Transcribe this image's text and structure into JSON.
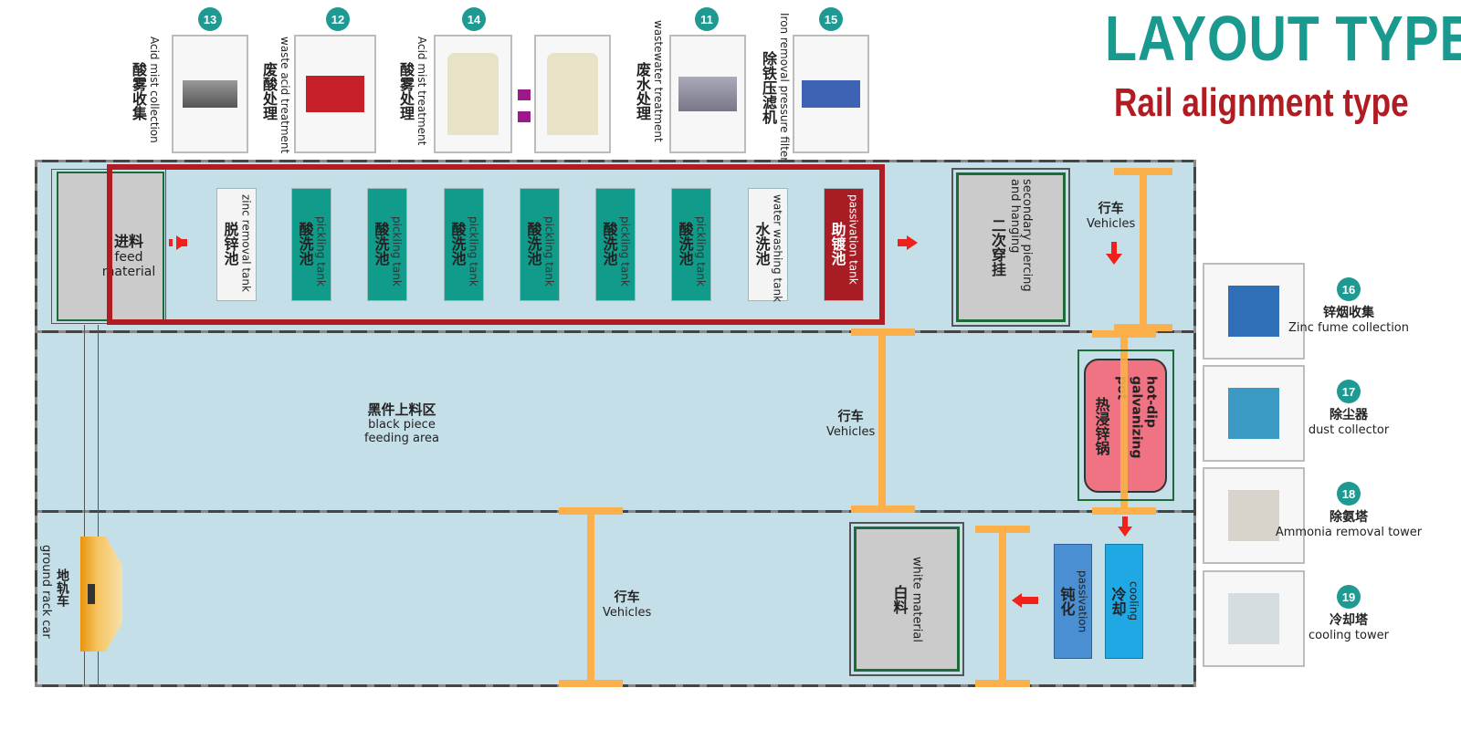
{
  "header": {
    "title": "LAYOUT TYPE",
    "subtitle": "Rail alignment type"
  },
  "top_equipment": [
    {
      "num": "13",
      "cn": "酸雾收集",
      "en": "Acid mist collection",
      "icon": "acid-mist-collector-image"
    },
    {
      "num": "12",
      "cn": "废酸处理",
      "en": "waste acid treatment",
      "icon": "waste-acid-plant-image"
    },
    {
      "num": "14",
      "cn": "酸雾处理",
      "en": "Acid mist treatment",
      "icon": "scrubber-tower-image"
    },
    {
      "num": "11",
      "cn": "废水处理",
      "en": "wastewater treatment",
      "icon": "wastewater-tank-image"
    },
    {
      "num": "15",
      "cn": "除铁压滤机",
      "en": "Iron removal pressure filter",
      "icon": "filter-press-image"
    }
  ],
  "side_equipment": [
    {
      "num": "16",
      "cn": "锌烟收集",
      "en": "Zinc fume collection"
    },
    {
      "num": "17",
      "cn": "除尘器",
      "en": "dust collector"
    },
    {
      "num": "18",
      "cn": "除氨塔",
      "en": "Ammonia removal tower"
    },
    {
      "num": "19",
      "cn": "冷却塔",
      "en": "cooling tower"
    }
  ],
  "feed": {
    "cn": "进料",
    "en1": "feed",
    "en2": "material"
  },
  "tanks": [
    {
      "cn": "脱锌池",
      "en": "zinc removal tank",
      "type": "white"
    },
    {
      "cn": "酸洗池",
      "en": "pickling tank",
      "type": "teal"
    },
    {
      "cn": "酸洗池",
      "en": "pickling tank",
      "type": "teal"
    },
    {
      "cn": "酸洗池",
      "en": "pickling tank",
      "type": "teal"
    },
    {
      "cn": "酸洗池",
      "en": "pickling tank",
      "type": "teal"
    },
    {
      "cn": "酸洗池",
      "en": "pickling tank",
      "type": "teal"
    },
    {
      "cn": "酸洗池",
      "en": "pickling tank",
      "type": "teal"
    },
    {
      "cn": "水洗池",
      "en": "water washing tank",
      "type": "white"
    },
    {
      "cn": "助镀池",
      "en": "passivation tank",
      "type": "red"
    }
  ],
  "secondary": {
    "cn": "二次穿挂",
    "en": "secondary piercing and hanging"
  },
  "vehicles": {
    "cn": "行车",
    "en": "Vehicles"
  },
  "black_area": {
    "cn": "黑件上料区",
    "en1": "black piece",
    "en2": "feeding area"
  },
  "pot": {
    "cn": "热浸锌锅",
    "en": "hot-dip galvanizing pot"
  },
  "white_material": {
    "cn": "白料",
    "en": "white material"
  },
  "passivation": {
    "cn": "钝化",
    "en": "passivation"
  },
  "cooling": {
    "cn": "冷却",
    "en": "cooling"
  },
  "rack_car": {
    "cn": "地轨车",
    "en": "ground rack car"
  },
  "colors": {
    "teal": "#1a9a8f",
    "red": "#b01c22",
    "floor": "#c5dfe8",
    "crane": "#fbb04b",
    "arrow": "#f0201a"
  }
}
